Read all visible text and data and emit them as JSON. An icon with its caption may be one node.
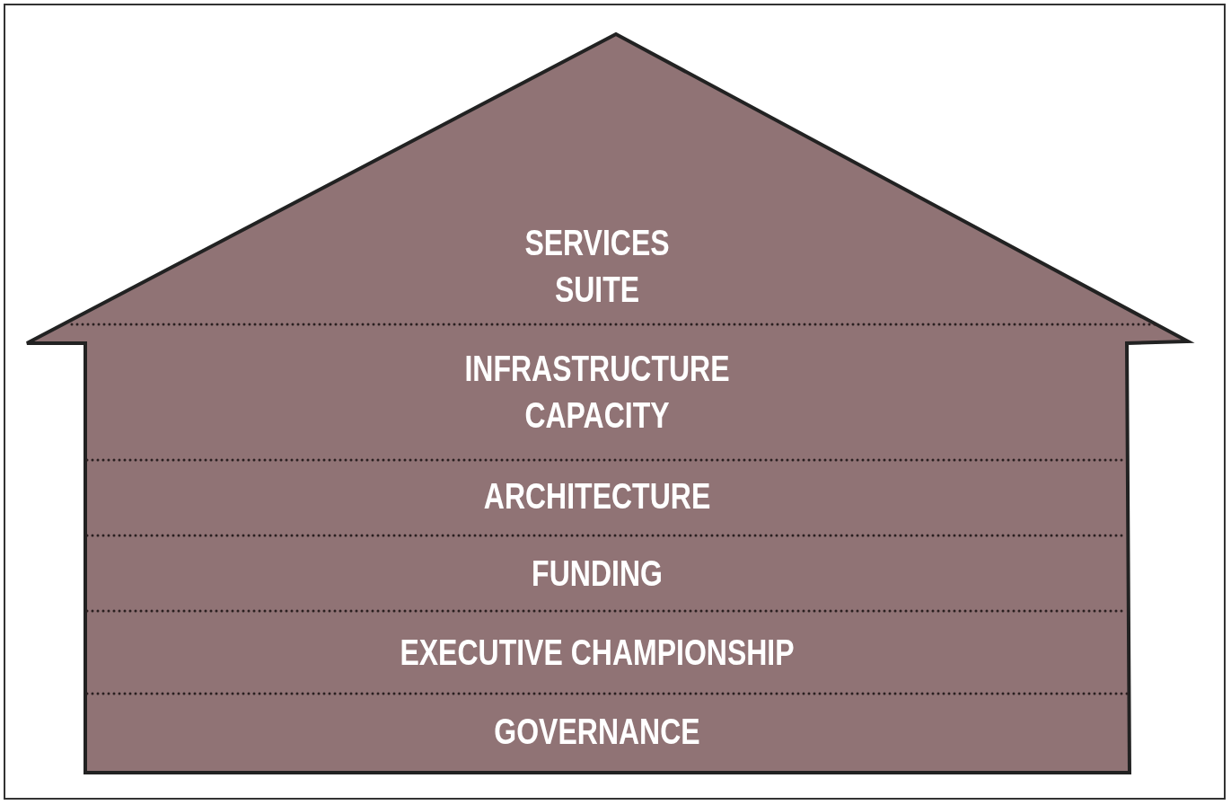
{
  "diagram": {
    "nodes": [
      {
        "text": [],
        "shape": "house"
      },
      {
        "text": [
          "SERVICES SUITE"
        ],
        "in": 0
      },
      {
        "text": [
          "INFRASTRUCTURE CAPACITY"
        ],
        "in": 0
      },
      {
        "text": [
          "ARCHITECTURE"
        ],
        "in": 0
      },
      {
        "text": [
          "FUNDING"
        ],
        "in": 0
      },
      {
        "text": [
          "EXECUTIVE CHAMPIONSHIP"
        ],
        "in": 0
      },
      {
        "text": [
          "GOVERNANCE"
        ],
        "in": 0
      }
    ]
  }
}
